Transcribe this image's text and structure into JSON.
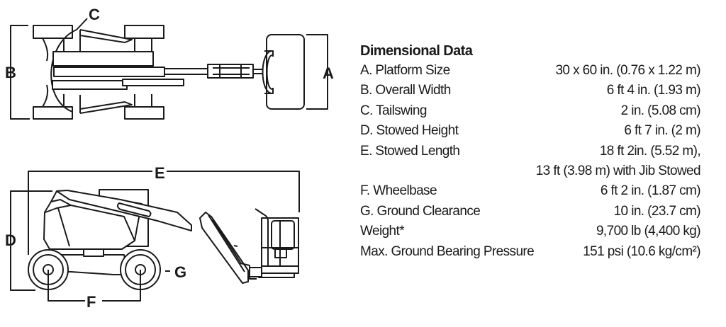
{
  "diagram": {
    "labels": {
      "A": "A",
      "B": "B",
      "C": "C",
      "D": "D",
      "E": "E",
      "F": "F",
      "G": "G"
    }
  },
  "specs": {
    "title": "Dimensional Data",
    "rows": [
      {
        "label": "A. Platform Size",
        "value": "30 x 60 in. (0.76 x 1.22 m)"
      },
      {
        "label": "B. Overall Width",
        "value": "6 ft 4 in. (1.93 m)"
      },
      {
        "label": "C. Tailswing",
        "value": "2 in. (5.08 cm)"
      },
      {
        "label": "D. Stowed Height",
        "value": "6 ft 7 in. (2 m)"
      },
      {
        "label": "E. Stowed Length",
        "value": "18 ft 2in. (5.52 m),"
      },
      {
        "label": "",
        "value": "13 ft (3.98 m) with Jib Stowed"
      },
      {
        "label": "F. Wheelbase",
        "value": "6 ft 2 in. (1.87 cm)"
      },
      {
        "label": "G. Ground Clearance",
        "value": "10 in. (23.7 cm)"
      },
      {
        "label": "Weight*",
        "value": "9,700 lb (4,400 kg)"
      },
      {
        "label": "Max. Ground Bearing Pressure",
        "value": "151 psi (10.6 kg/cm²)"
      }
    ]
  }
}
